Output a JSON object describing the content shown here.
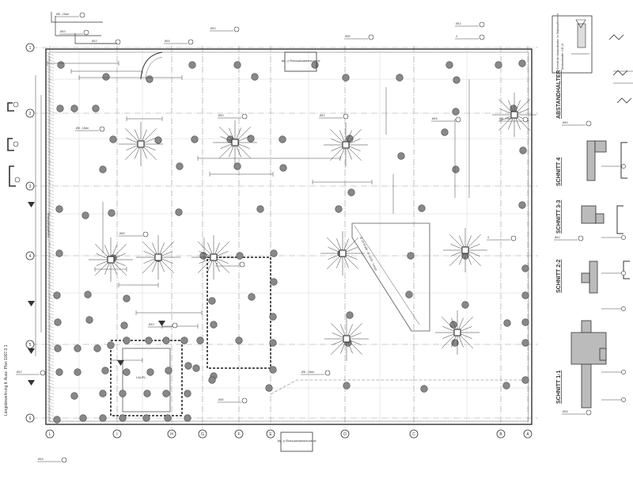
{
  "plan": {
    "note_top": "Anschlussbewehrung 2. BA",
    "note_bottom": "Anschlussbewehrung 3. BA",
    "side_title": "Längsbewehrung lt. Ausz. Plan 1007.0.1",
    "label_strip": "Längsbewehrung",
    "label_lower": "LAUFL.",
    "label_diag": "Ø 12/20 Ø8 - Ø 16/20 - Längs"
  },
  "axes_bottom": [
    "L",
    "I",
    "H",
    "G",
    "F",
    "E",
    "D",
    "C",
    "B",
    "A"
  ],
  "axes_left": [
    "6",
    "5",
    "4",
    "3",
    "2",
    "1"
  ],
  "sections": [
    {
      "id": "abstand",
      "title": "ABSTANDHALTER"
    },
    {
      "id": "s4",
      "title": "SCHNITT 4"
    },
    {
      "id": "s33",
      "title": "SCHNITT 3-3"
    },
    {
      "id": "s22",
      "title": "SCHNITT 2-2"
    },
    {
      "id": "s11",
      "title": "SCHNITT 1-1"
    }
  ],
  "legend": {
    "title": "Schnitt der Abstandhalter im Stützkopfbereich",
    "sub": "Abstandhalter 4 Ø 12"
  },
  "callouts": [
    "Ø8 - 15cm",
    "Ø10",
    "Ø12",
    "Ø16",
    "Ø20",
    "4"
  ]
}
